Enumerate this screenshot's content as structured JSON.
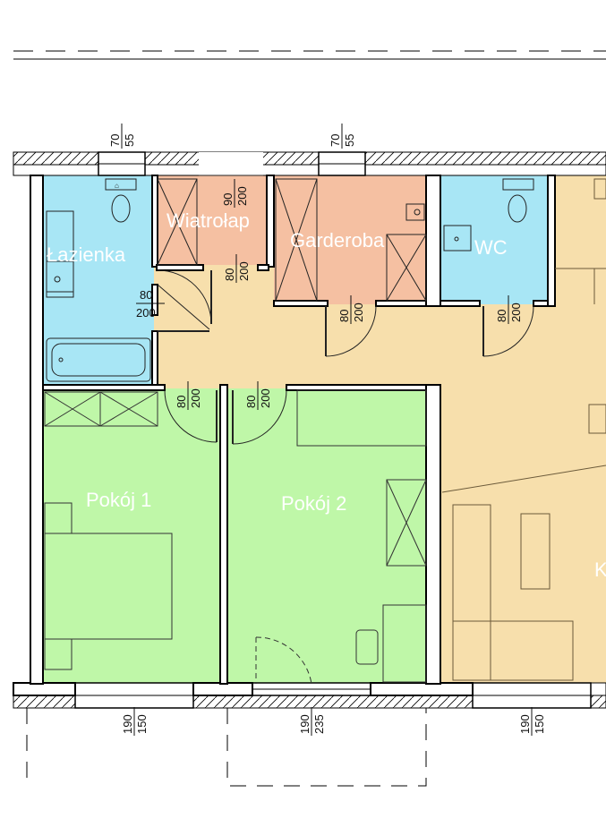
{
  "colors": {
    "bathroom": "#a8e6f5",
    "vestibule": "#f5c0a2",
    "wardrobe": "#f5c0a2",
    "wc": "#a8e6f5",
    "room1": "#bff7a8",
    "room2": "#bff7a8",
    "living": "#f7dfac",
    "hall": "#f7dfac",
    "wall": "#000000",
    "label": "#ffffff"
  },
  "rooms": {
    "bathroom": "Łazienka",
    "vestibule": "Wiatrołap",
    "wardrobe": "Garderoba",
    "wc": "WC",
    "room1": "Pokój 1",
    "room2": "Pokój 2",
    "living": "K"
  },
  "dimensions": {
    "win_top_1": [
      "70",
      "55"
    ],
    "win_top_2": [
      "70",
      "55"
    ],
    "door_vestibule_top": [
      "90",
      "200"
    ],
    "door_vestibule": [
      "80",
      "200"
    ],
    "door_bathroom": [
      "80",
      "200"
    ],
    "door_wardrobe": [
      "80",
      "200"
    ],
    "door_wc": [
      "80",
      "200"
    ],
    "door_room1": [
      "80",
      "200"
    ],
    "door_room2": [
      "80",
      "200"
    ],
    "win_bottom_1": [
      "190",
      "150"
    ],
    "win_bottom_2": [
      "190",
      "235"
    ],
    "win_bottom_3": [
      "190",
      "150"
    ]
  }
}
